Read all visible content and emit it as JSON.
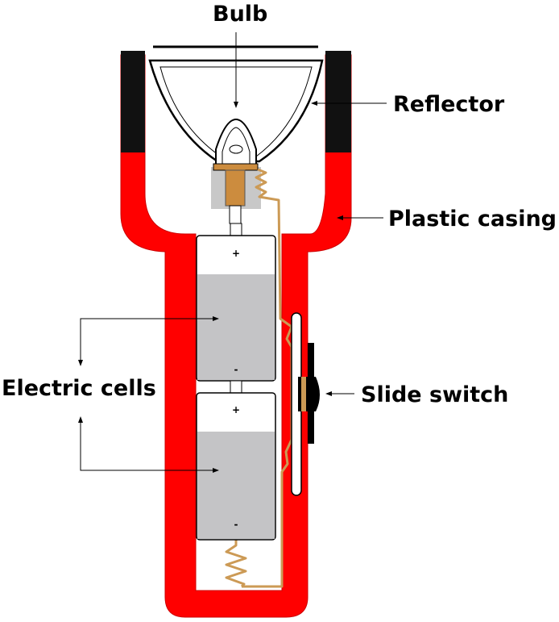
{
  "labels": {
    "bulb": "Bulb",
    "reflector": "Reflector",
    "plastic_casing": "Plastic casing",
    "electric_cells": "Electric cells",
    "slide_switch": "Slide switch"
  },
  "cells": [
    {
      "positive": "+",
      "negative": "-"
    },
    {
      "positive": "+",
      "negative": "-"
    }
  ],
  "colors": {
    "casing": "#ff0000",
    "wire": "#cc9a55",
    "cell_fill": "#c4c4c6",
    "bulb_base": "#cc8c3e",
    "switch": "#000000"
  }
}
